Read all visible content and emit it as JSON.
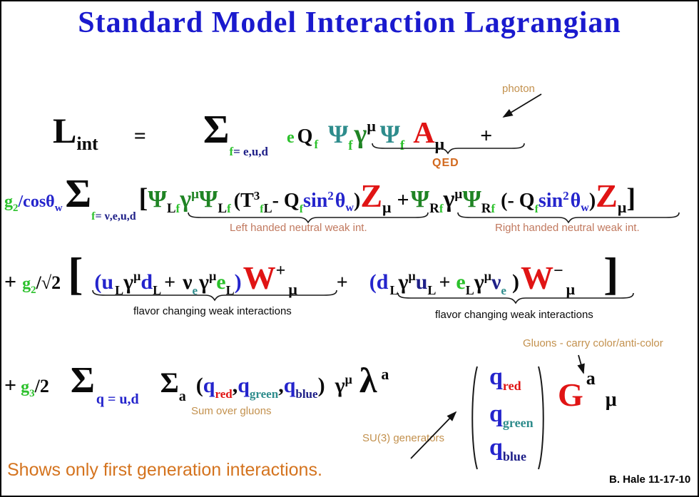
{
  "colors": {
    "title_blue": "#1a1ace",
    "boson_red": "#e01414",
    "quark_blue": "#2424cc",
    "navy": "#1f2088",
    "field_green": "#2cc12c",
    "psi_green": "#1f8424",
    "teal": "#2e8c8c",
    "annotation_tan": "#c3914e",
    "annotation_salmon": "#c1795f",
    "qed_orange": "#d2691e",
    "note_orange": "#d4731e"
  },
  "title": "Standard Model Interaction Lagrangian",
  "eq1": {
    "L": "L",
    "Lsub": "int",
    "equals": "=",
    "sum": "Σ",
    "sum_f": "f",
    "sum_set": " = e,u,d",
    "e": "e",
    "Q": "Q",
    "Q_f": "f",
    "psi1": "Ψ",
    "psi1_f": "f",
    "gamma": "γ",
    "gamma_mu": "μ",
    "psi2": "Ψ",
    "psi2_f": "f",
    "A": "A",
    "A_mu": "μ",
    "plus": "+",
    "photon_label": "photon",
    "qed_label": "QED"
  },
  "eq2": {
    "g": "g",
    "g_sub": "2",
    "cos": "/cos ",
    "theta": "θ",
    "theta_sub": "w",
    "sum": "Σ",
    "sum_f": "f",
    "sum_set": " = ν,e,u,d",
    "lbracket": "[",
    "psiL1": "Ψ",
    "psiL1_L": "L",
    "psiL1_f": "f",
    "gamma1": "γ",
    "gamma1_mu": "μ",
    "psiL2": "Ψ",
    "psiL2_L": "L",
    "psiL2_f": "f",
    "open_T": "(T",
    "T_sup": "3",
    "T_f": "f",
    "T_L": "L",
    "minus_Q": "- Q",
    "Q_f1": "f",
    "sin1": "sin",
    "sin1_sup": "2",
    "theta1": "θ",
    "theta1_sub": "w",
    "close1": ")",
    "Z1": "Z",
    "Z1_mu": "μ",
    "plus": "+",
    "psiR1": "Ψ",
    "psiR1_R": "R",
    "psiR1_f": "f",
    "gamma2": "γ",
    "gamma2_mu": "μ",
    "psiR2": "Ψ",
    "psiR2_R": "R",
    "psiR2_f": "f",
    "open_Q": "(- Q",
    "Q_f2": "f",
    "sin2": "sin",
    "sin2_sup": "2",
    "theta2": "θ",
    "theta2_sub": "w",
    "close2": ")",
    "Z2": "Z",
    "Z2_mu": "μ",
    "rbracket": "]",
    "left_label": "Left handed neutral weak int.",
    "right_label": "Right handed neutral weak int."
  },
  "eq3": {
    "plus1": "+",
    "g": "g",
    "g_sub": "2",
    "sqrt2": "/√2",
    "lbracket": "[",
    "open1": "(",
    "u1": "u",
    "u1_L": "L",
    "gamma1": "γ",
    "gamma1_mu": "μ",
    "d1": "d",
    "d1_L": "L",
    "plus2": "+",
    "nu1": "ν",
    "nu1_e": "e",
    "gamma2": "γ",
    "gamma2_mu": "μ",
    "e1": "e",
    "e1_L": "L",
    "close1": ")",
    "W1": "W",
    "W1_sign": "+",
    "W1_mu": "μ",
    "plus3": "+",
    "open2": "(",
    "d2": "d",
    "d2_L": "L",
    "gamma3": "γ",
    "gamma3_mu": "μ",
    "u2": "u",
    "u2_L": "L",
    "plus4": "+",
    "e2": "e",
    "e2_L": "L",
    "gamma4": "γ",
    "gamma4_mu": "μ",
    "nu2": "ν",
    "nu2_e": "e",
    "close2": ")",
    "W2": "W",
    "W2_sign": "−",
    "W2_mu": "μ",
    "rbracket": "]",
    "label_left": "flavor changing weak interactions",
    "label_right": "flavor changing weak interactions"
  },
  "eq4": {
    "plus": "+",
    "g": "g",
    "g_sub": "3",
    "half": "/2",
    "sum_q": "Σ",
    "sum_q_sub": "q = u,d",
    "sum_a": "Σ",
    "sum_a_sub": "a",
    "open": "(",
    "q1": "q",
    "q1_sub": "red",
    "comma1": ",",
    "q2": "q",
    "q2_sub": "green",
    "comma2": ",",
    "q3": "q",
    "q3_sub": "blue",
    "close": " )",
    "gamma": "γ",
    "gamma_mu": "μ",
    "lambda": "λ",
    "lambda_a": "a",
    "vec_q1": "q",
    "vec_q1_sub": "red",
    "vec_q2": "q",
    "vec_q2_sub": "green",
    "vec_q3": "q",
    "vec_q3_sub": "blue",
    "G": "G",
    "G_a": "a",
    "G_mu": "μ",
    "sum_gluons_label": "Sum over gluons",
    "su3_label": "SU(3) generators",
    "gluons_label": "Gluons - carry color/anti-color"
  },
  "footer": {
    "note": "Shows only first generation interactions.",
    "credit": "B. Hale 11-17-10"
  }
}
